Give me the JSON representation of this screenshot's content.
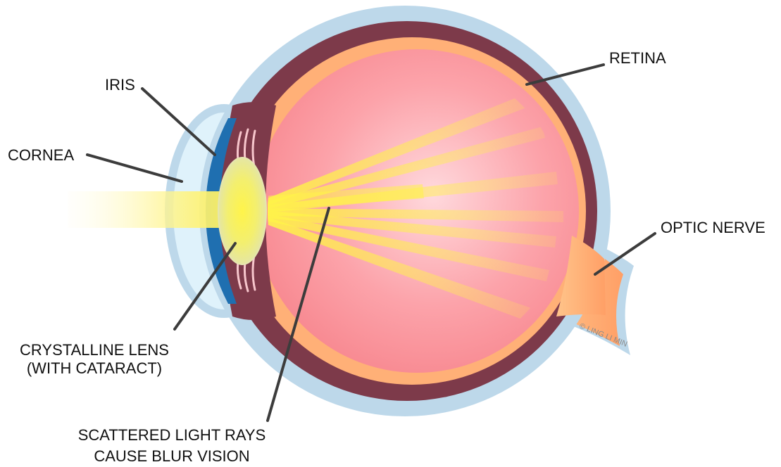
{
  "labels": {
    "retina": "RETINA",
    "iris": "IRIS",
    "cornea": "CORNEA",
    "optic_nerve": "OPTIC NERVE",
    "lens_line1": "CRYSTALLINE LENS",
    "lens_line2": "(WITH CATARACT)",
    "scatter_line1": "SCATTERED LIGHT RAYS",
    "scatter_line2": "CAUSE BLUR VISION"
  },
  "copyright": "© LING LI MIN",
  "colors": {
    "sclera": "#bdd8ea",
    "choroid": "#7d3a4a",
    "retina": "#ffb077",
    "vitreous": "#fb8b92",
    "iris": "#1f6fb0",
    "lens": "#e9eaa0",
    "light": "#fff24a",
    "optic_nerve": "#ffb378",
    "leader_line": "#3c3c3c"
  }
}
